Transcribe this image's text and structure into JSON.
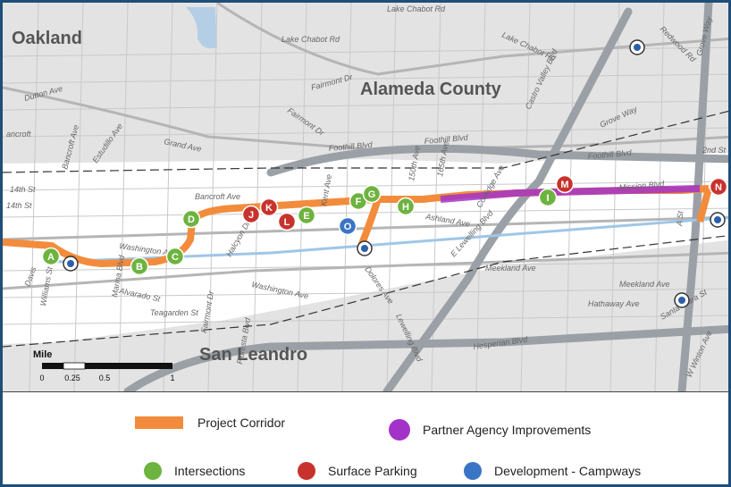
{
  "map": {
    "labels": {
      "oakland": "Oakland",
      "alameda_county": "Alameda County",
      "san_leandro": "San Leandro"
    },
    "streets": {
      "lake_chabot_rd": "Lake Chabot Rd",
      "lake_chabot_rd_2": "Lake Chabot Rd",
      "lake_chabot_rd_3": "Lake Chabot Rd",
      "fairmont_dr": "Fairmont Dr",
      "fairmont_dr_2": "Fairmont Dr",
      "castro_valley_blvd": "Castro Valley Blvd",
      "redwood_rd": "Redwood Rd",
      "grove_way": "Grove Way",
      "grove_way_2": "Grove Way",
      "foothill_blvd": "Foothill Blvd",
      "foothill_blvd_2": "Foothill Blvd",
      "grand_ave": "Grand Ave",
      "bancroft_ave": "Bancroft Ave",
      "bancroft_ave_2": "Bancroft Ave",
      "ashcroft": "ancroft",
      "14th_st": "14th St",
      "14th_st_2": "14th St",
      "washington_ave": "Washington Ave",
      "washington_ave_2": "Washington Ave",
      "alvarado_st": "Alvarado St",
      "meekland_ave": "Meekland Ave",
      "meekland_ave_2": "Meekland Ave",
      "hathaway_ave": "Hathaway Ave",
      "hesperian_blvd": "Hesperian Blvd",
      "teagarden_st": "Teagarden St",
      "lewelling_blvd": "Lewelling Blvd",
      "e_lewelling_blvd": "E Lewelling Blvd",
      "150th_ave": "150th Ave",
      "165th_ave": "165th Ave",
      "a_st": "A St",
      "second_st": "2nd St",
      "santa_clara_st": "Santa Clara St",
      "w_winton_ave": "W Winton Ave",
      "dutton_ave": "Dutton Ave",
      "estudillo_ave": "Estudillo Ave",
      "williams_st": "Williams St",
      "davis": "Davis",
      "dolores_ave": "Dolores Ave",
      "floresta_blvd": "Floresta Blvd",
      "fairmont_dr_3": "Fairmont Dr",
      "marina_blvd": "Marina Blvd",
      "halcyon_dr": "Halcyon Dr",
      "ashland_ave": "Ashland Ave",
      "kent_ave": "Kent Ave",
      "coolidge_ave": "Coolidge Ave",
      "mission_blvd": "Mission Blvd",
      "foothill_blvd_3": "Foothill Blvd"
    },
    "scale": {
      "title": "Mile",
      "ticks": [
        "0",
        "0.25",
        "0.5",
        "1"
      ]
    },
    "markers": [
      {
        "label": "A",
        "kind": "intersection"
      },
      {
        "label": "B",
        "kind": "intersection"
      },
      {
        "label": "C",
        "kind": "intersection"
      },
      {
        "label": "D",
        "kind": "intersection"
      },
      {
        "label": "E",
        "kind": "intersection"
      },
      {
        "label": "F",
        "kind": "intersection"
      },
      {
        "label": "G",
        "kind": "intersection"
      },
      {
        "label": "H",
        "kind": "intersection"
      },
      {
        "label": "I",
        "kind": "intersection"
      },
      {
        "label": "J",
        "kind": "parking"
      },
      {
        "label": "K",
        "kind": "parking"
      },
      {
        "label": "L",
        "kind": "parking"
      },
      {
        "label": "M",
        "kind": "parking"
      },
      {
        "label": "N",
        "kind": "parking"
      },
      {
        "label": "O",
        "kind": "development"
      }
    ],
    "station_icon": "bart-station-icon"
  },
  "legend": {
    "project_corridor": "Project Corridor",
    "partner_agency": "Partner Agency Improvements",
    "intersections": "Intersections",
    "surface_parking": "Surface Parking",
    "development": "Development - Campways"
  },
  "colors": {
    "corridor": "#f28c3c",
    "partner": "#a333c8",
    "intersection": "#6db33f",
    "parking": "#c8322d",
    "development": "#3a74c4",
    "bart_line": "#9fc6e6",
    "freeway": "#9aa0a6",
    "frame": "#1f4e79"
  }
}
